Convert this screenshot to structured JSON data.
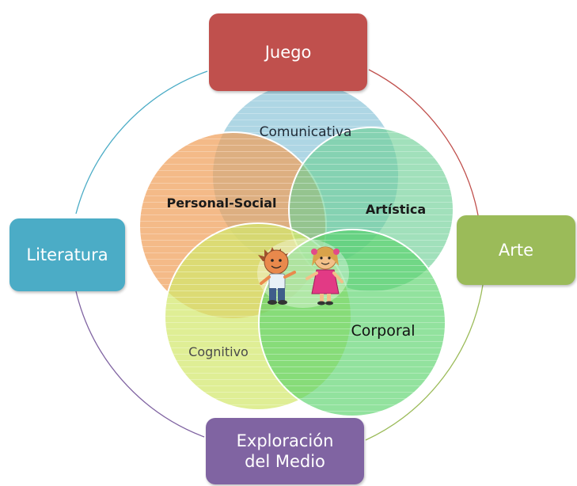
{
  "title": "",
  "outer_boxes": {
    "juego": {
      "label": "Juego",
      "color": "#c0504d"
    },
    "literatura": {
      "label": "Literatura",
      "color": "#4bacc6"
    },
    "arte": {
      "label": "Arte",
      "color": "#9bbb59"
    },
    "exploracion": {
      "line1": "Exploración",
      "line2": "del Medio",
      "color": "#8064a2"
    }
  },
  "circles": {
    "comunicativa": {
      "label": "Comunicativa",
      "color": "#8fc6da"
    },
    "personal_social": {
      "label": "Personal-Social",
      "color": "#f0a05a"
    },
    "artistica": {
      "label": "Artística",
      "color": "#6fcf97"
    },
    "cognitivo": {
      "label": "Cognitivo",
      "color": "#d3e86c"
    },
    "corporal": {
      "label": "Corporal",
      "color": "#58d36a"
    }
  },
  "center_image": {
    "icon": "children-illustration-icon"
  },
  "ring_arcs": {
    "juego_arte": "#c0504d",
    "arte_exploracion": "#9bbb59",
    "exploracion_literatura": "#8064a2",
    "literatura_juego": "#4bacc6"
  }
}
